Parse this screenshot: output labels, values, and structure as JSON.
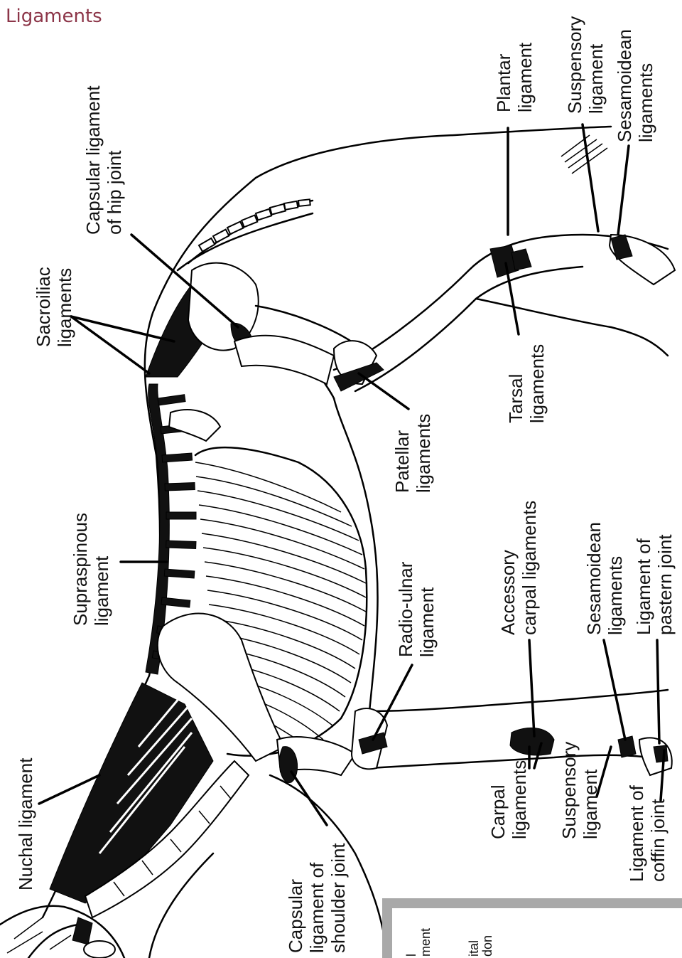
{
  "heading": "Ligaments",
  "labels": {
    "nuchal": "Nuchal ligament",
    "capsular_shoulder": [
      "Capsular",
      "ligament of",
      "shoulder joint"
    ],
    "supraspinous": [
      "Supraspinous",
      "ligament"
    ],
    "sacroiliac": [
      "Sacroiliac",
      "ligaments"
    ],
    "capsular_hip": [
      "Capsular ligament",
      "of hip joint"
    ],
    "plantar": [
      "Plantar",
      "ligament"
    ],
    "suspensory_hind": [
      "Suspensory",
      "ligament"
    ],
    "sesamoidean_hind": [
      "Sesamoidean",
      "ligaments"
    ],
    "tarsal": [
      "Tarsal",
      "ligaments"
    ],
    "patellar": [
      "Patellar",
      "ligaments"
    ],
    "accessory_carpal": [
      "Accessory",
      "carpal ligaments"
    ],
    "radio_ulnar": [
      "Radio-ulnar",
      "ligament"
    ],
    "sesamoidean_fore": [
      "Sesamoidean",
      "ligaments"
    ],
    "pastern": [
      "Ligament of",
      "pastern joint"
    ],
    "carpal": [
      "Carpal",
      "ligaments"
    ],
    "suspensory_fore": [
      "Suspensory",
      "ligament"
    ],
    "coffin": [
      "Ligament of",
      "coffin joint"
    ]
  },
  "cropped_panel": {
    "fragments": [
      "l",
      "ment",
      "ital",
      "don"
    ]
  },
  "colors": {
    "heading": "#8c3548",
    "ink": "#111111",
    "panel_border": "#a9a9a9"
  }
}
